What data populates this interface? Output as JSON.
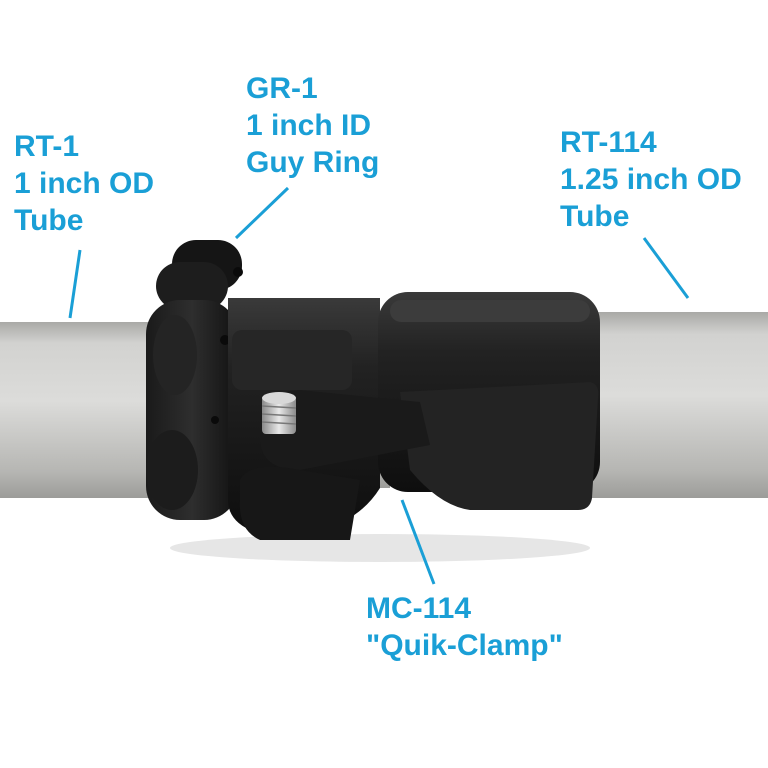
{
  "theme": {
    "label_color": "#1a9fd6",
    "tube_color": "#cdcdcb",
    "clamp_color": "#1c1c1c"
  },
  "callouts": {
    "rt1": {
      "lines": [
        "RT-1",
        "1 inch OD",
        "Tube"
      ]
    },
    "gr1": {
      "lines": [
        "GR-1",
        "1 inch ID",
        "Guy Ring"
      ]
    },
    "rt114": {
      "lines": [
        "RT-114",
        "1.25 inch OD",
        "Tube"
      ]
    },
    "mc114": {
      "lines": [
        "MC-114",
        "\"Quik-Clamp\""
      ]
    }
  }
}
